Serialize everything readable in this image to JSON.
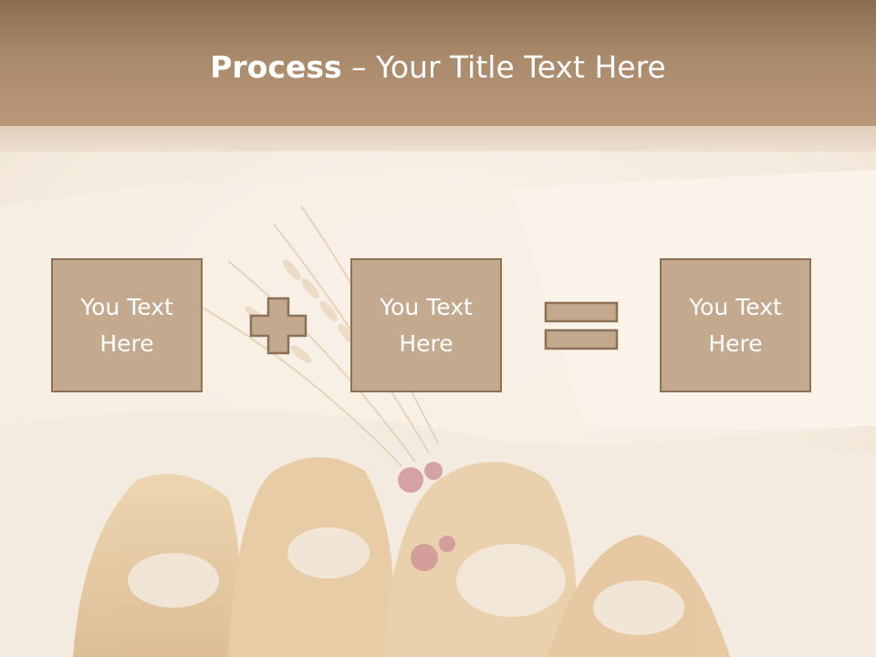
{
  "slide": {
    "title_bold": "Process",
    "title_rest": " – Your Title Text Here"
  },
  "process": {
    "boxes": [
      {
        "text": "You Text Here"
      },
      {
        "text": "You Text Here"
      },
      {
        "text": "You Text Here"
      }
    ],
    "operators": [
      "plus-icon",
      "equals-icon"
    ]
  },
  "background": {
    "image": "croissant-and-wheat-photo"
  },
  "colors": {
    "header": "#a98a6b",
    "box_fill": "#c3a98d",
    "box_border": "#8c7157",
    "text": "#ffffff"
  }
}
